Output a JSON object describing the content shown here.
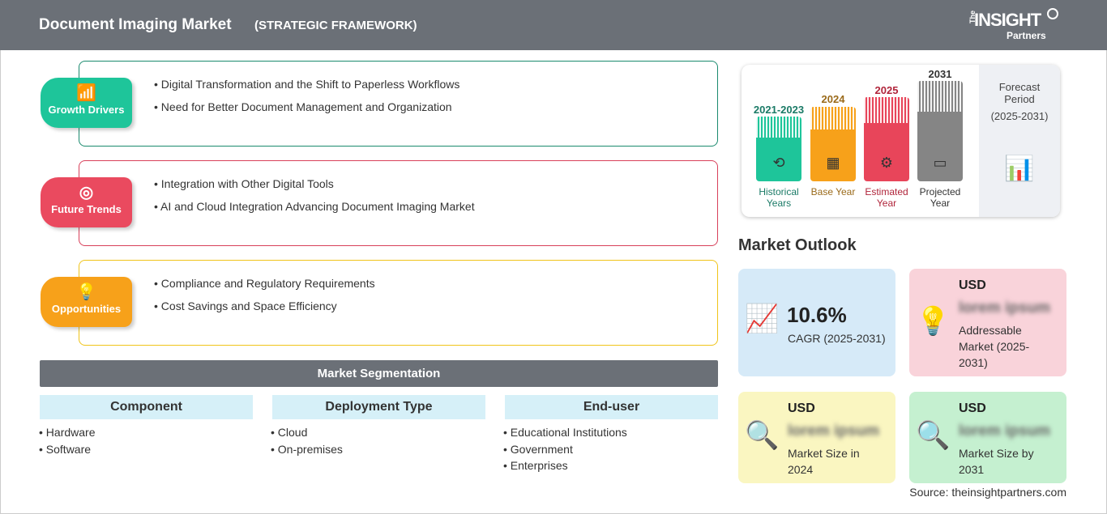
{
  "header": {
    "title": "Document Imaging Market",
    "subtitle": "(STRATEGIC FRAMEWORK)",
    "logo_text": "The INSIGHT Partners"
  },
  "sections": [
    {
      "label": "Growth Drivers",
      "icon": "growth-chart-icon",
      "color": "#1ec59a",
      "border": "#1a8a6e",
      "bullets": [
        "Digital Transformation and the Shift to Paperless Workflows",
        "Need for Better Document Management and Organization"
      ]
    },
    {
      "label": "Future Trends",
      "icon": "target-icon",
      "color": "#ea4a5f",
      "border": "#d8405a",
      "bullets": [
        "Integration with Other Digital Tools",
        "AI and Cloud Integration Advancing Document Imaging Market"
      ]
    },
    {
      "label": "Opportunities",
      "icon": "lightbulb-hand-icon",
      "color": "#f7a11a",
      "border": "#f0c419",
      "bullets": [
        "Compliance and Regulatory Requirements",
        "Cost Savings and Space Efficiency"
      ]
    }
  ],
  "segmentation": {
    "title": "Market Segmentation",
    "columns": [
      {
        "header": "Component",
        "items": [
          "Hardware",
          "Software"
        ]
      },
      {
        "header": "Deployment Type",
        "items": [
          "Cloud",
          "On-premises"
        ]
      },
      {
        "header": "End-user",
        "items": [
          "Educational Institutions",
          "Government",
          "Enterprises"
        ]
      }
    ]
  },
  "timeline": {
    "bars": [
      {
        "year": "2021-2023",
        "label": "Historical Years",
        "color": "#1ec59a",
        "text": "#1a7a66"
      },
      {
        "year": "2024",
        "label": "Base Year",
        "color": "#f7a11a",
        "text": "#9a6a1a"
      },
      {
        "year": "2025",
        "label": "Estimated Year",
        "color": "#e8455a",
        "text": "#b0243a"
      },
      {
        "year": "2031",
        "label": "Projected Year",
        "color": "#858585",
        "text": "#333333"
      }
    ],
    "forecast_label": "Forecast Period",
    "forecast_range": "(2025-2031)"
  },
  "outlook": {
    "title": "Market Outlook",
    "cagr": {
      "value": "10.6%",
      "label": "CAGR (2025-2031)",
      "color": "#d6eaf8"
    },
    "addressable": {
      "currency": "USD",
      "value": "lorem ipsum",
      "label": "Addressable Market (2025-2031)",
      "color": "#f9d3da"
    },
    "size_2024": {
      "currency": "USD",
      "value": "lorem ipsum",
      "label": "Market Size in 2024",
      "color": "#faf6c1"
    },
    "size_2031": {
      "currency": "USD",
      "value": "lorem ipsum",
      "label": "Market Size by 2031",
      "color": "#c5f0d0"
    }
  },
  "source": "Source: theinsightpartners.com"
}
